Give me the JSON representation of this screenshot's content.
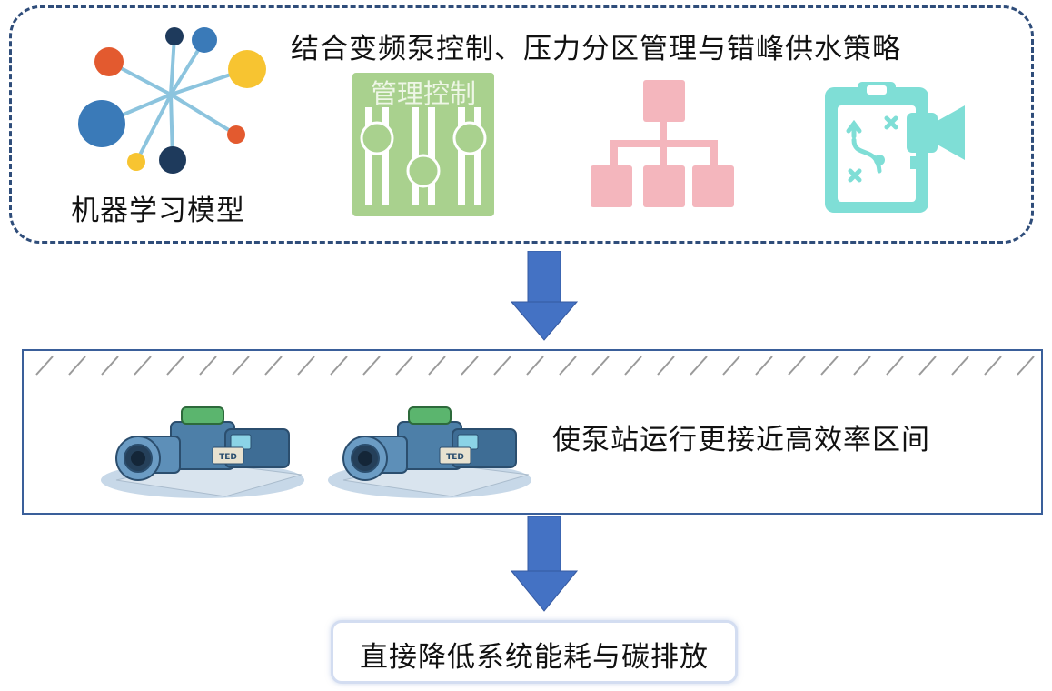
{
  "top_panel": {
    "title": "结合变频泵控制、压力分区管理与错峰供水策略",
    "ml_label": "机器学习模型",
    "management_label": "管理控制",
    "icons": [
      "network-graph-icon",
      "mixer-sliders-icon",
      "org-chart-icon",
      "clipboard-strategy-icon"
    ]
  },
  "middle_panel": {
    "text": "使泵站运行更接近高效率区间",
    "pump_label": "TED"
  },
  "result": {
    "text": "直接降低系统能耗与碳排放"
  },
  "colors": {
    "panel_border": "#2f4d7a",
    "arrow": "#4472c4",
    "ml_blue": "#3a7ab8",
    "ml_orange": "#e35a2f",
    "ml_yellow": "#f7c431",
    "ml_navy": "#1e3a5c",
    "slider_green": "#a9d18e",
    "hierarchy_pink": "#f4b6bd",
    "clipboard_teal": "#7fded6"
  }
}
